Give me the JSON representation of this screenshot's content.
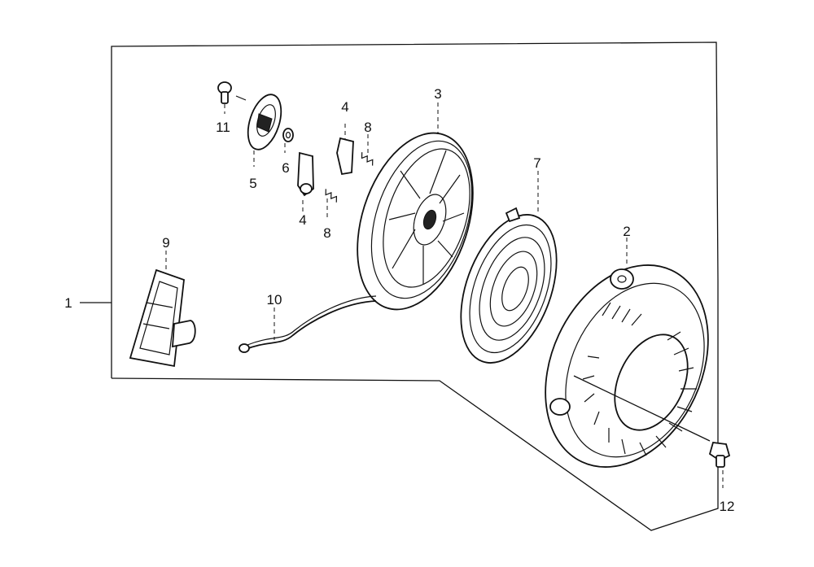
{
  "callouts": {
    "assembly": "1",
    "cover": "2",
    "reel": "3",
    "ratchet_upper": "4",
    "ratchet_lower": "4",
    "guide": "5",
    "washer": "6",
    "spring": "7",
    "spring_upper": "8",
    "spring_lower": "8",
    "handle": "9",
    "rope": "10",
    "screw": "11",
    "bolt": "12"
  }
}
